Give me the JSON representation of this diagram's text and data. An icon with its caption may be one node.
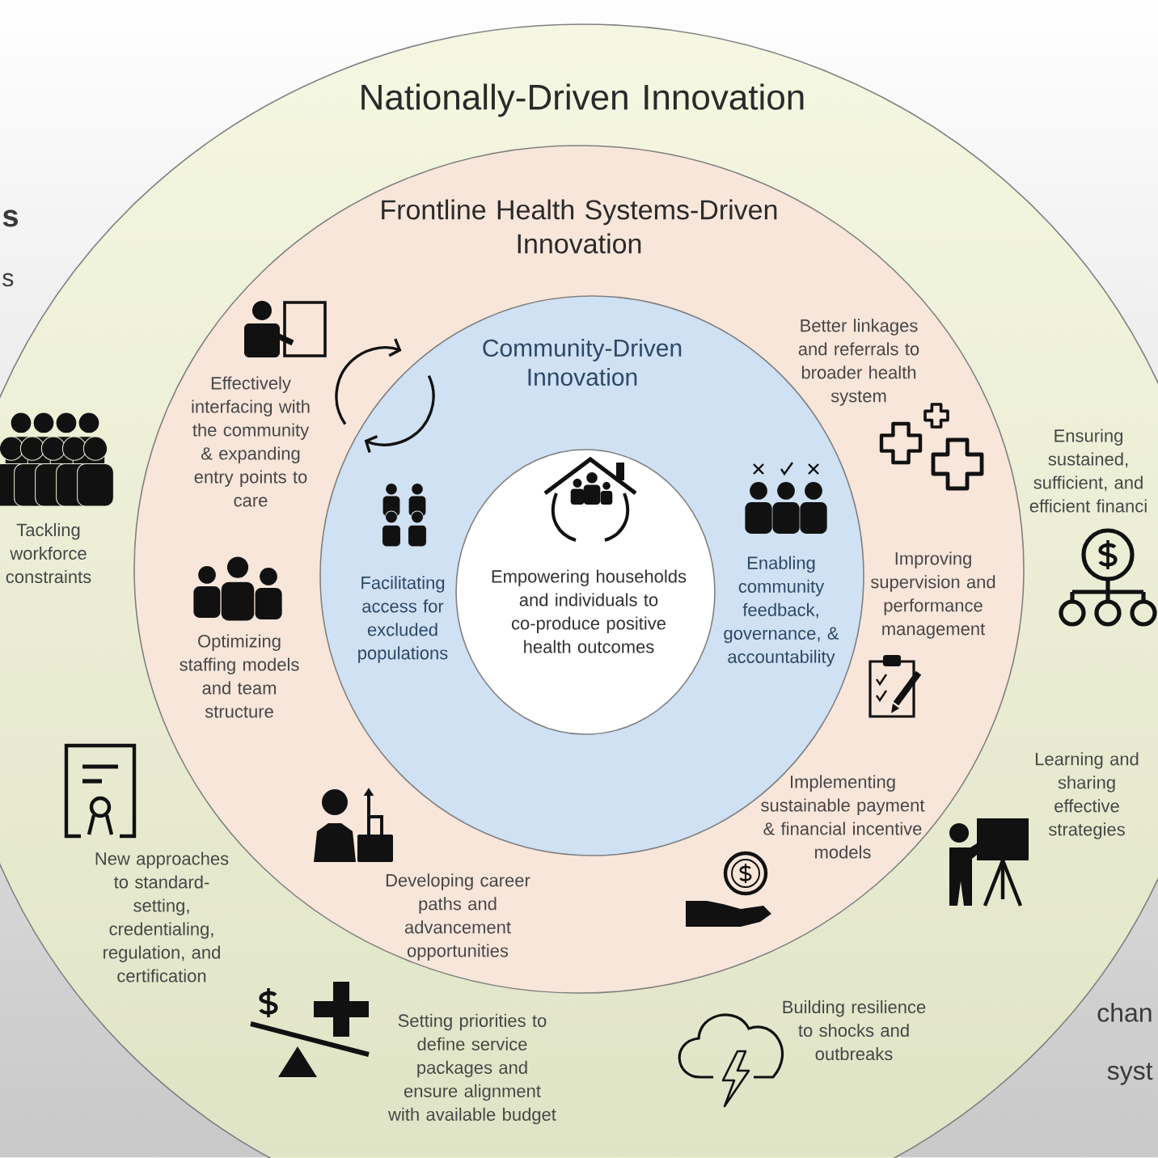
{
  "diagram": {
    "nodes": [
      {
        "text": [
          "Nationally-Driven Innovation"
        ]
      },
      {
        "text": [
          "Frontline Health Systems-Driven Innovation"
        ],
        "in": 0
      },
      {
        "text": [
          "Community-Driven Innovation"
        ],
        "in": 1
      },
      {
        "text": [
          "Empowering households and individuals to co-produce positive health outcomes"
        ],
        "in": 2
      }
    ],
    "labels": [
      "s",
      "s",
      "Better linkages and referrals to broader health system",
      "Effectively interfacing with the community & expanding entry points to care",
      "Ensuring sustained, sufficient, and efficient financi",
      "Tackling workforce constraints",
      "Improving supervision and performance management",
      "Facilitating access for excluded populations",
      "Enabling community feedback, governance, & accountability",
      "Optimizing staffing models and team structure",
      "Learning and sharing effective strategies",
      "Implementing sustainable payment & financial incentive models",
      "New approaches to standard-setting, credentialing, regulation, and certification",
      "Developing career paths and advancement opportunities",
      "chan",
      "Setting priorities to define service packages and ensure alignment with available budget",
      "Building resilience to shocks and outbreaks",
      "syst"
    ]
  }
}
